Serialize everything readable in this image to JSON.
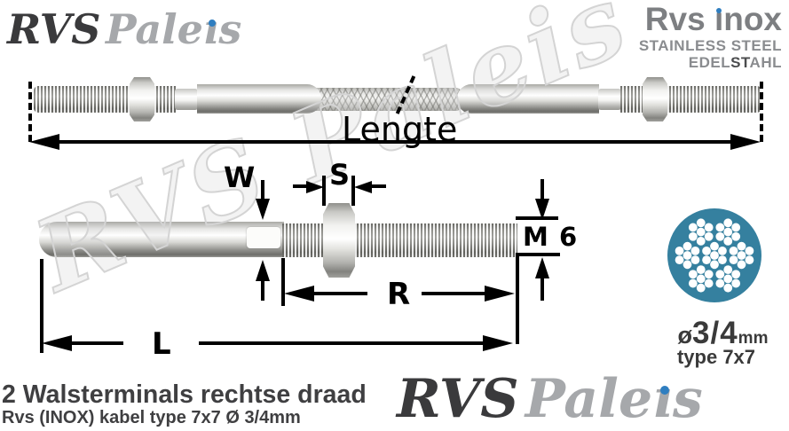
{
  "header": {
    "logo": {
      "part1": "RVS",
      "part2_pre": "Pale",
      "part2_i": "ı",
      "part2_post": "s"
    },
    "brand": {
      "line1_pre": "Rvs ",
      "line1_i": "ı",
      "line1_post": "nox",
      "line2": "STAINLESS STEEL",
      "line3_pre": "EDEL",
      "line3_mid": "ST",
      "line3_post": "AHL"
    }
  },
  "watermark": "RVS Paleis",
  "diagram": {
    "top_length_label": "Lengte",
    "dims": {
      "w": "W",
      "s": "S",
      "m6": "M 6",
      "r": "R",
      "l": "L"
    }
  },
  "cross_section": {
    "diameter_symbol": "ø",
    "diameter_value": "3/4",
    "diameter_unit": "mm",
    "type_label": "type 7x7",
    "wire_pattern": "7x7"
  },
  "caption": {
    "line1": "2 Walsterminals rechtse draad",
    "line2": "Rvs (INOX) kabel type 7x7 Ø 3/4mm"
  },
  "footer_logo": {
    "part1": "RVS",
    "part2_pre": "Pale",
    "part2_i": "ı",
    "part2_post": "s"
  },
  "colors": {
    "accent_blue": "#2f7ec0",
    "circle_teal": "#35809f",
    "dot_white": "#ffffff",
    "logo_dark": "#3a3a3c",
    "logo_gray": "#a6a8ab",
    "text_dark": "#3f3f41"
  }
}
